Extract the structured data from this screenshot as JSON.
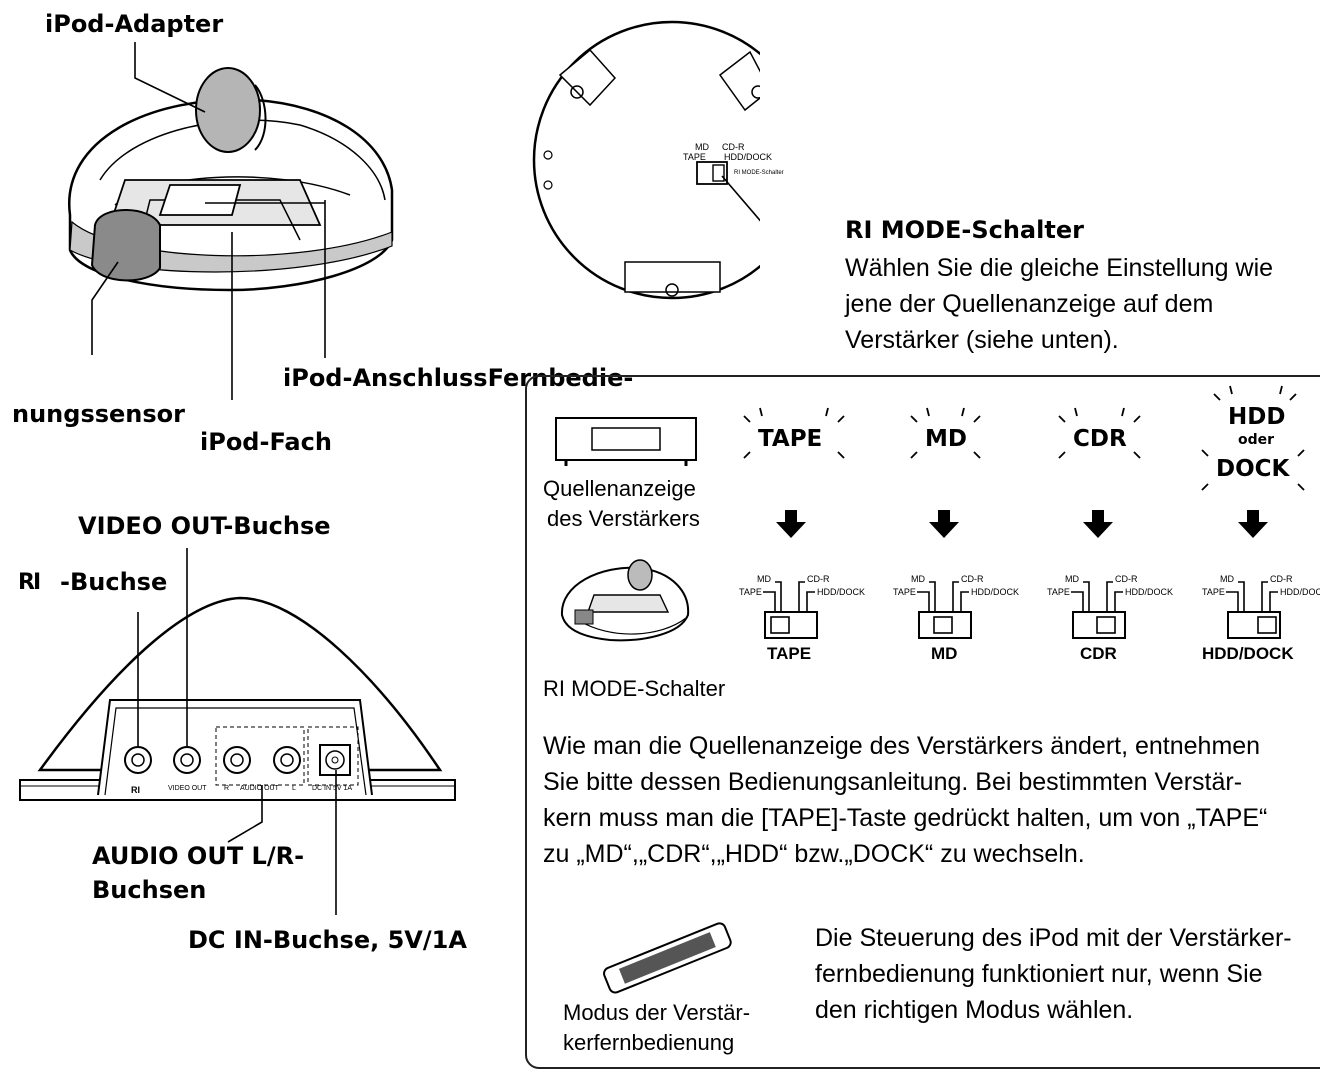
{
  "labels": {
    "ipod_adapter": "iPod-Adapter",
    "ipod_connector": "iPod-AnschlussFernbedie-",
    "remote_sensor": "nungssensor",
    "ipod_tray": "iPod-Fach",
    "ri_mode_title": "RI MODE-Schalter",
    "ri_mode_desc": [
      "Wählen Sie die gleiche Einstellung wie",
      "jene der Quellenanzeige auf dem",
      "Verstärker (siehe unten)."
    ],
    "video_out": "VIDEO OUT-Buchse",
    "ri_jack": "-Buchse",
    "audio_out": [
      "AUDIO OUT L/R-",
      "Buchsen"
    ],
    "dc_in": "DC IN-Buchse, 5V/1A"
  },
  "back_panel_text": {
    "ri": "RI",
    "video": "VIDEO OUT",
    "audio_r": "R",
    "audio": "AUDIO OUT",
    "audio_l": "L",
    "dc": "DC IN 5V 1A"
  },
  "panel": {
    "amp_label": [
      "Quellenanzeige",
      "des Verstärkers"
    ],
    "dock_label": "RI MODE-Schalter",
    "sources": [
      {
        "display": "TAPE",
        "setting": "TAPE"
      },
      {
        "display": "MD",
        "setting": "MD"
      },
      {
        "display": "CDR",
        "setting": "CDR"
      },
      {
        "display_top": "HDD",
        "display_mid": "oder",
        "display_bottom": "DOCK",
        "setting": "HDD/DOCK"
      }
    ],
    "switch_text": {
      "md": "MD",
      "cdr": "CD-R",
      "tape": "TAPE",
      "hdd": "HDD/DOCK"
    },
    "instructions": [
      "Wie man die Quellenanzeige des Verstärkers ändert, entnehmen",
      "Sie bitte dessen Bedienungsanleitung. Bei bestimmten Verstär-",
      "kern muss man die [TAPE]-Taste gedrückt halten, um von „TAPE“",
      "zu „MD“,„CDR“,„HDD“ bzw.„DOCK“ zu wechseln."
    ],
    "remote_label": [
      "Modus der Verstär-",
      "kerfernbedienung"
    ],
    "remote_text": [
      "Die Steuerung des iPod mit der Verstärker-",
      "fernbedienung funktioniert nur, wenn Sie",
      "den richtigen Modus wählen."
    ]
  }
}
